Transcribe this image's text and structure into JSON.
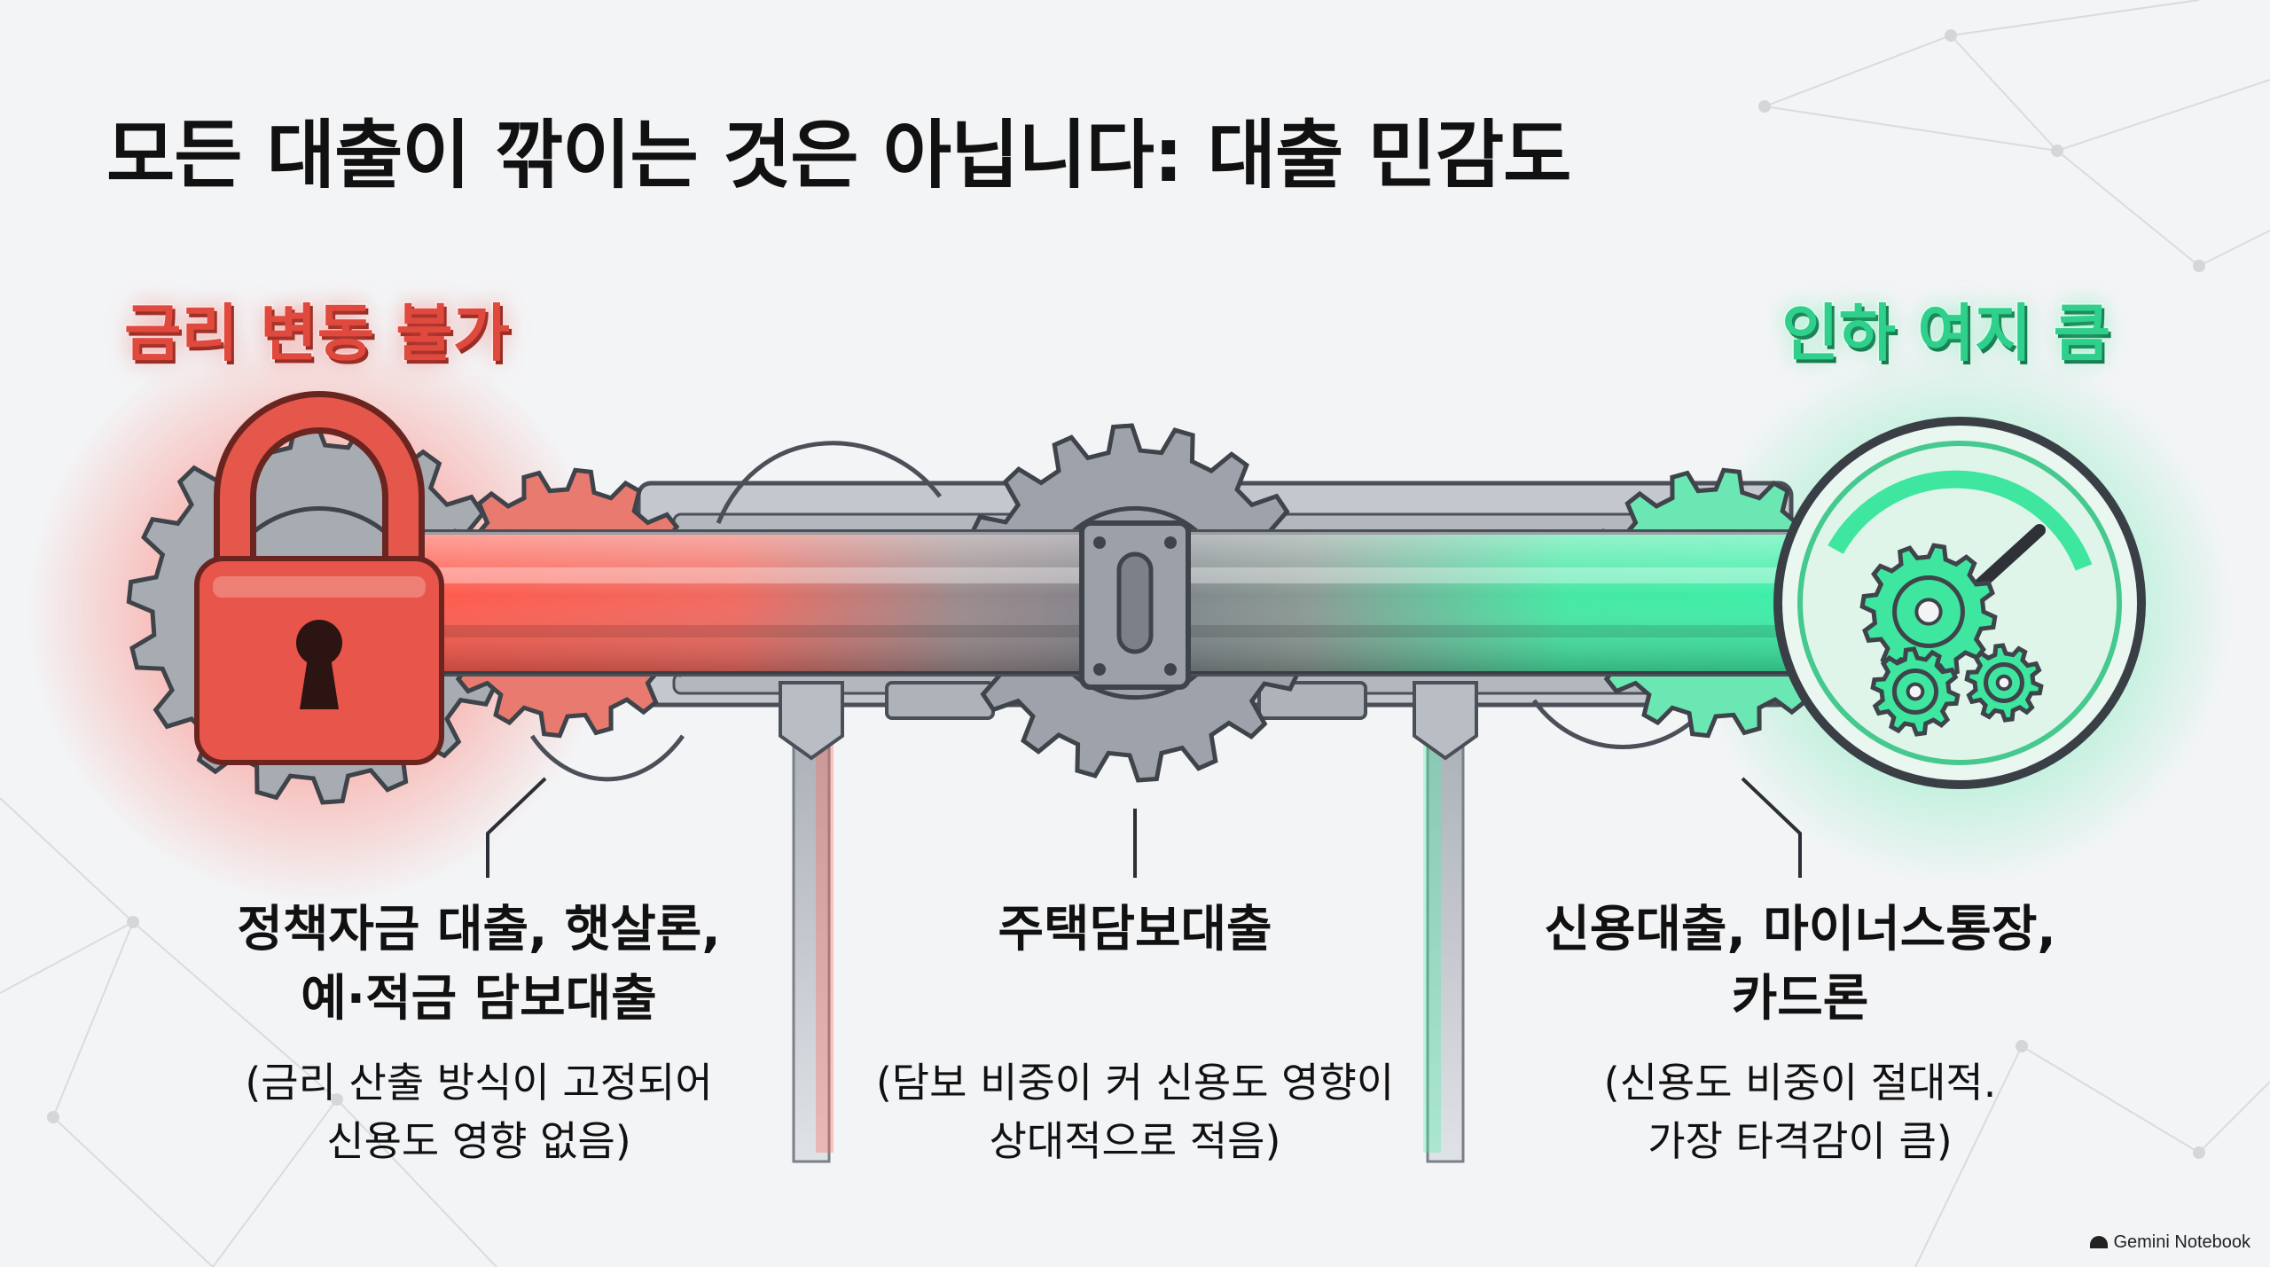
{
  "title": "모든 대출이 깎이는 것은 아닙니다: 대출 민감도",
  "left_label": "금리 변동 불가",
  "right_label": "인하 여지 큼",
  "columns": [
    {
      "main": [
        "정책자금 대출, 햇살론,",
        "예·적금 담보대출"
      ],
      "sub": [
        "(금리 산출 방식이 고정되어",
        "신용도 영향 없음)"
      ]
    },
    {
      "main": [
        "주택담보대출"
      ],
      "sub": [
        "(담보 비중이 커 신용도 영향이",
        "상대적으로 적음)"
      ]
    },
    {
      "main": [
        "신용대출, 마이너스통장,",
        "카드론"
      ],
      "sub": [
        "(신용도 비중이 절대적.",
        "가장 타격감이 큼)"
      ]
    }
  ],
  "icons": [
    "lock-icon",
    "gauge-icon",
    "gear-icon"
  ],
  "colors": {
    "red": "#e8554a",
    "green": "#3ee6a0",
    "steel": "#8f949c"
  },
  "brand": "Gemini Notebook"
}
